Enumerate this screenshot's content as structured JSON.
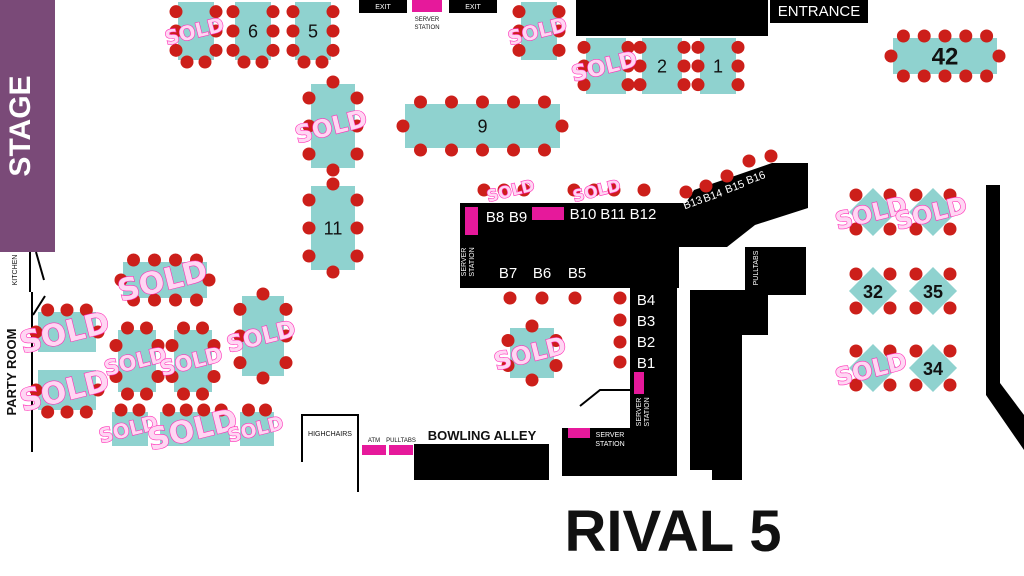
{
  "title": "RIVAL 5",
  "stage": "STAGE",
  "entrance": "ENTRANCE",
  "exit": "EXIT",
  "server_station": "SERVER STATION",
  "kitchen": "KITCHEN",
  "party_room": "PARTY ROOM",
  "highchairs": "HIGHCHAIRS",
  "atm": "ATM",
  "pulltabs": "PULLTABS",
  "bowling_alley": "BOWLING ALLEY",
  "sold": "SOLD",
  "colors": {
    "table": "#8fd2cf",
    "seat": "#cc1f1a",
    "stage": "#7a4a78",
    "accent": "#e6199b",
    "wall": "#000000"
  },
  "tables": [
    {
      "id": "t6",
      "label": "6",
      "sold": false
    },
    {
      "id": "t5",
      "label": "5",
      "sold": false
    },
    {
      "id": "t2",
      "label": "2",
      "sold": false
    },
    {
      "id": "t1",
      "label": "1",
      "sold": false
    },
    {
      "id": "t42",
      "label": "42",
      "sold": false
    },
    {
      "id": "t9",
      "label": "9",
      "sold": false
    },
    {
      "id": "t11",
      "label": "11",
      "sold": false
    },
    {
      "id": "t32",
      "label": "32",
      "sold": false
    },
    {
      "id": "t35",
      "label": "35",
      "sold": false
    },
    {
      "id": "t34",
      "label": "34",
      "sold": false
    },
    {
      "id": "sold-a",
      "label": "",
      "sold": true
    },
    {
      "id": "sold-b",
      "label": "",
      "sold": true
    },
    {
      "id": "sold-c",
      "label": "",
      "sold": true
    },
    {
      "id": "sold-d",
      "label": "",
      "sold": true
    },
    {
      "id": "sold-e",
      "label": "",
      "sold": true
    },
    {
      "id": "sold-f",
      "label": "",
      "sold": true
    },
    {
      "id": "sold-g",
      "label": "",
      "sold": true
    },
    {
      "id": "sold-h",
      "label": "",
      "sold": true
    },
    {
      "id": "sold-i",
      "label": "",
      "sold": true
    },
    {
      "id": "sold-j",
      "label": "",
      "sold": true
    },
    {
      "id": "sold-k",
      "label": "",
      "sold": true
    },
    {
      "id": "sold-l",
      "label": "",
      "sold": true
    },
    {
      "id": "sold-m",
      "label": "",
      "sold": true
    },
    {
      "id": "sold-n",
      "label": "",
      "sold": true
    },
    {
      "id": "sold-o",
      "label": "",
      "sold": true
    },
    {
      "id": "sold-p",
      "label": "",
      "sold": true
    },
    {
      "id": "sold-q",
      "label": "",
      "sold": true
    },
    {
      "id": "sold-r",
      "label": "",
      "sold": true
    }
  ],
  "bar_seats": [
    "B1",
    "B2",
    "B3",
    "B4",
    "B5",
    "B6",
    "B7",
    "B8",
    "B9",
    "B10",
    "B11",
    "B12",
    "B13",
    "B14",
    "B15",
    "B16"
  ]
}
